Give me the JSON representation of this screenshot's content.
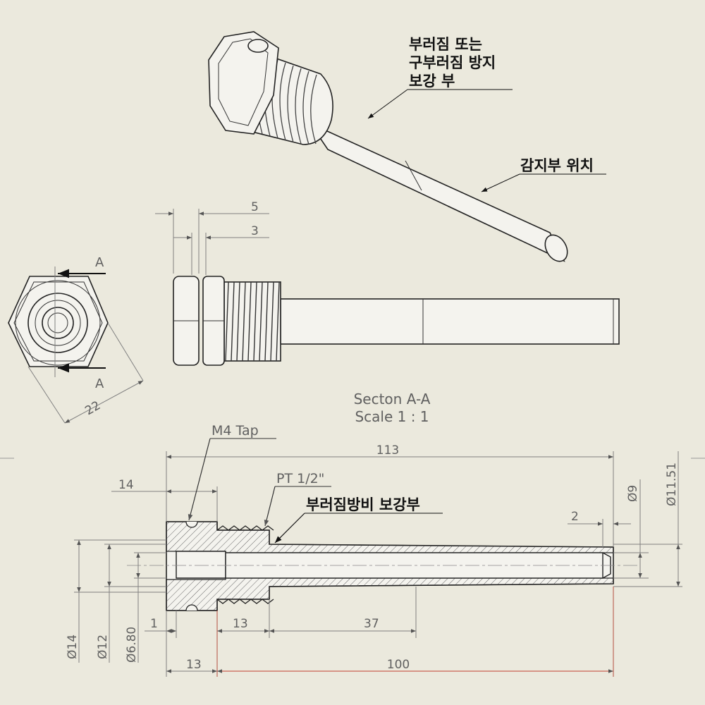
{
  "notes": {
    "reinforce_line1": "부러짐  또는",
    "reinforce_line2": "구부러짐 방지",
    "reinforce_line3": "보강 부",
    "sensor_position": "감지부 위치",
    "reinforce_section": "부러짐방비 보강부"
  },
  "section": {
    "title": "Secton A-A",
    "scale": "Scale 1 : 1",
    "label_top": "A",
    "label_bottom": "A"
  },
  "callouts": {
    "m4_tap": "M4 Tap",
    "pt_thread": "PT 1/2\""
  },
  "dimensions": {
    "d5": "5",
    "d3": "3",
    "d22": "22",
    "d113": "113",
    "d14": "14",
    "d2": "2",
    "dia9": "Ø9",
    "dia11_51": "Ø11.51",
    "dia14": "Ø14",
    "dia12": "Ø12",
    "dia6_80": "Ø6.80",
    "d1": "1",
    "d13a": "13",
    "d37": "37",
    "d13b": "13",
    "d100": "100"
  }
}
